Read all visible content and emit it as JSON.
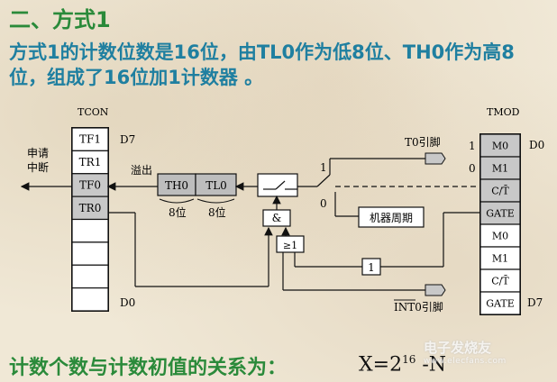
{
  "slide": {
    "title": "二、方式1",
    "description": "方式1的计数位数是16位，由TL0作为低8位、TH0作为高8位，组成了16位加1计数器 。",
    "formula_label": "计数个数与计数初值的关系为：",
    "formula_base": "X=2",
    "formula_exp": "16",
    "formula_tail": " -N"
  },
  "diagram": {
    "tcon_label": "TCON",
    "tcon_bits": [
      "TF1",
      "TR1",
      "TF0",
      "TR0",
      "",
      "",
      "",
      ""
    ],
    "tcon_d7": "D7",
    "tcon_d0": "D0",
    "tmod_label": "TMOD",
    "tmod_bits": [
      "M0",
      "M1",
      "C/T̄",
      "GATE",
      "M0",
      "M1",
      "C/T̄",
      "GATE"
    ],
    "tmod_d0": "D0",
    "tmod_d7": "D7",
    "interrupt_req": [
      "申请",
      "中断"
    ],
    "overflow": "溢出",
    "th0": "TH0",
    "tl0": "TL0",
    "th0_bits": "8位",
    "tl0_bits": "8位",
    "t0_pin": "T0引脚",
    "int0_pin": "INT0引脚",
    "machine_cycle": "机器周期",
    "and_gate": "&",
    "or_gate": "≥1",
    "not_gate": "1",
    "switch_1": "1",
    "switch_0": "0",
    "ct_1": "1",
    "ct_0": "0"
  },
  "watermark": {
    "text": "电子发烧友",
    "url": "www.elecfans.com"
  },
  "colors": {
    "title": "#2a8a3a",
    "description": "#1f7fa0",
    "register_shade": "#c8c8c8"
  }
}
